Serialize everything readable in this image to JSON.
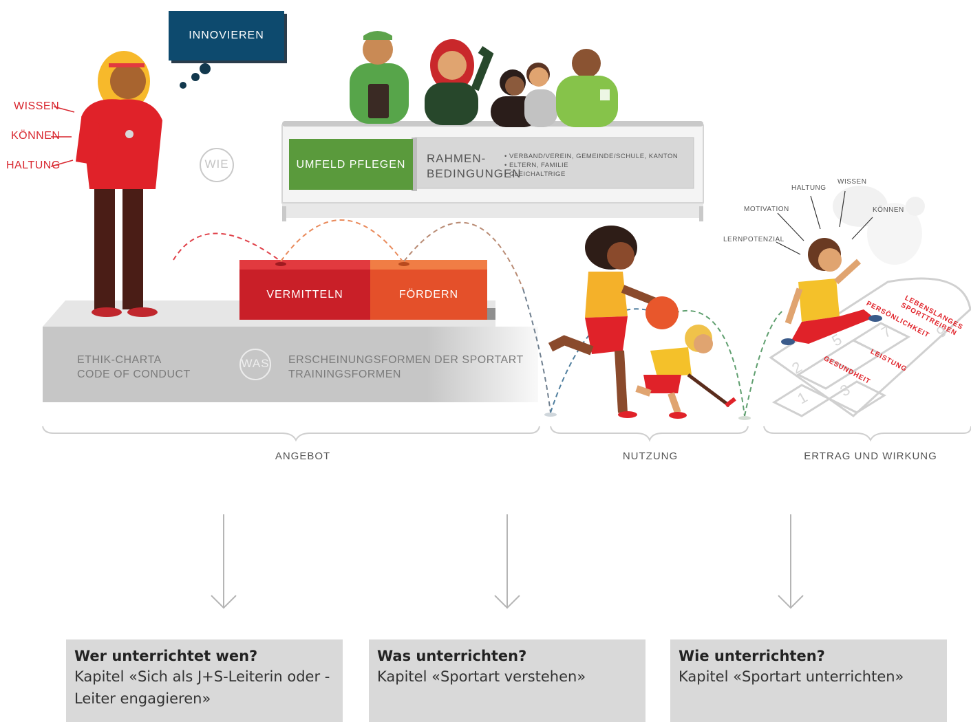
{
  "trainer_labels": {
    "wissen": "WISSEN",
    "koennen": "KÖNNEN",
    "haltung": "HALTUNG"
  },
  "thought_bubble": "INNOVIEREN",
  "wie_circle": "WIE",
  "was_circle": "WAS",
  "umfeld": {
    "button": "UMFELD PFLEGEN",
    "title_line1": "RAHMEN-",
    "title_line2": "BEDINGUNGEN",
    "bullets": [
      "• VERBAND/VEREIN, GEMEINDE/SCHULE, KANTON",
      "• ELTERN, FAMILIE",
      "• GLEICHALTRIGE"
    ]
  },
  "blocks": {
    "vermitteln": "VERMITTELN",
    "foerdern": "FÖRDERN"
  },
  "platform_left": [
    "ETHIK-CHARTA",
    "CODE OF CONDUCT"
  ],
  "platform_right": [
    "ERSCHEINUNGSFORMEN DER SPORTART",
    "TRAININGSFORMEN"
  ],
  "learner_labels": {
    "motivation": "MOTIVATION",
    "haltung": "HALTUNG",
    "wissen": "WISSEN",
    "koennen": "KÖNNEN",
    "lernpotenzial": "LERNPOTENZIAL"
  },
  "hopscotch": {
    "lebenslanges": "LEBENSLANGES",
    "sporttreiben": "SPORTTREIBEN",
    "persoenlichkeit": "PERSÖNLICHKEIT",
    "leistung": "LEISTUNG",
    "gesundheit": "GESUNDHEIT",
    "numbers": [
      "1",
      "2",
      "3",
      "5",
      "7",
      "9"
    ]
  },
  "sections": {
    "angebot": "ANGEBOT",
    "nutzung": "NUTZUNG",
    "ertrag": "ERTRAG UND WIRKUNG"
  },
  "cards": [
    {
      "title": "Wer unterrichtet wen?",
      "body": "Kapitel «Sich als J+S-Leiterin oder -Leiter engagieren»"
    },
    {
      "title": "Was unterrichten?",
      "body": "Kapitel «Sportart verstehen»"
    },
    {
      "title": "Wie unterrichten?",
      "body": "Kapitel «Sportart unterrichten»"
    }
  ],
  "colors": {
    "red": "#d8262e",
    "orange_red": "#e8512b",
    "navy": "#0d4a6e",
    "green": "#5a9a3c",
    "grey_platform": "#c9c9c9",
    "card_bg": "#d9d9d9"
  }
}
